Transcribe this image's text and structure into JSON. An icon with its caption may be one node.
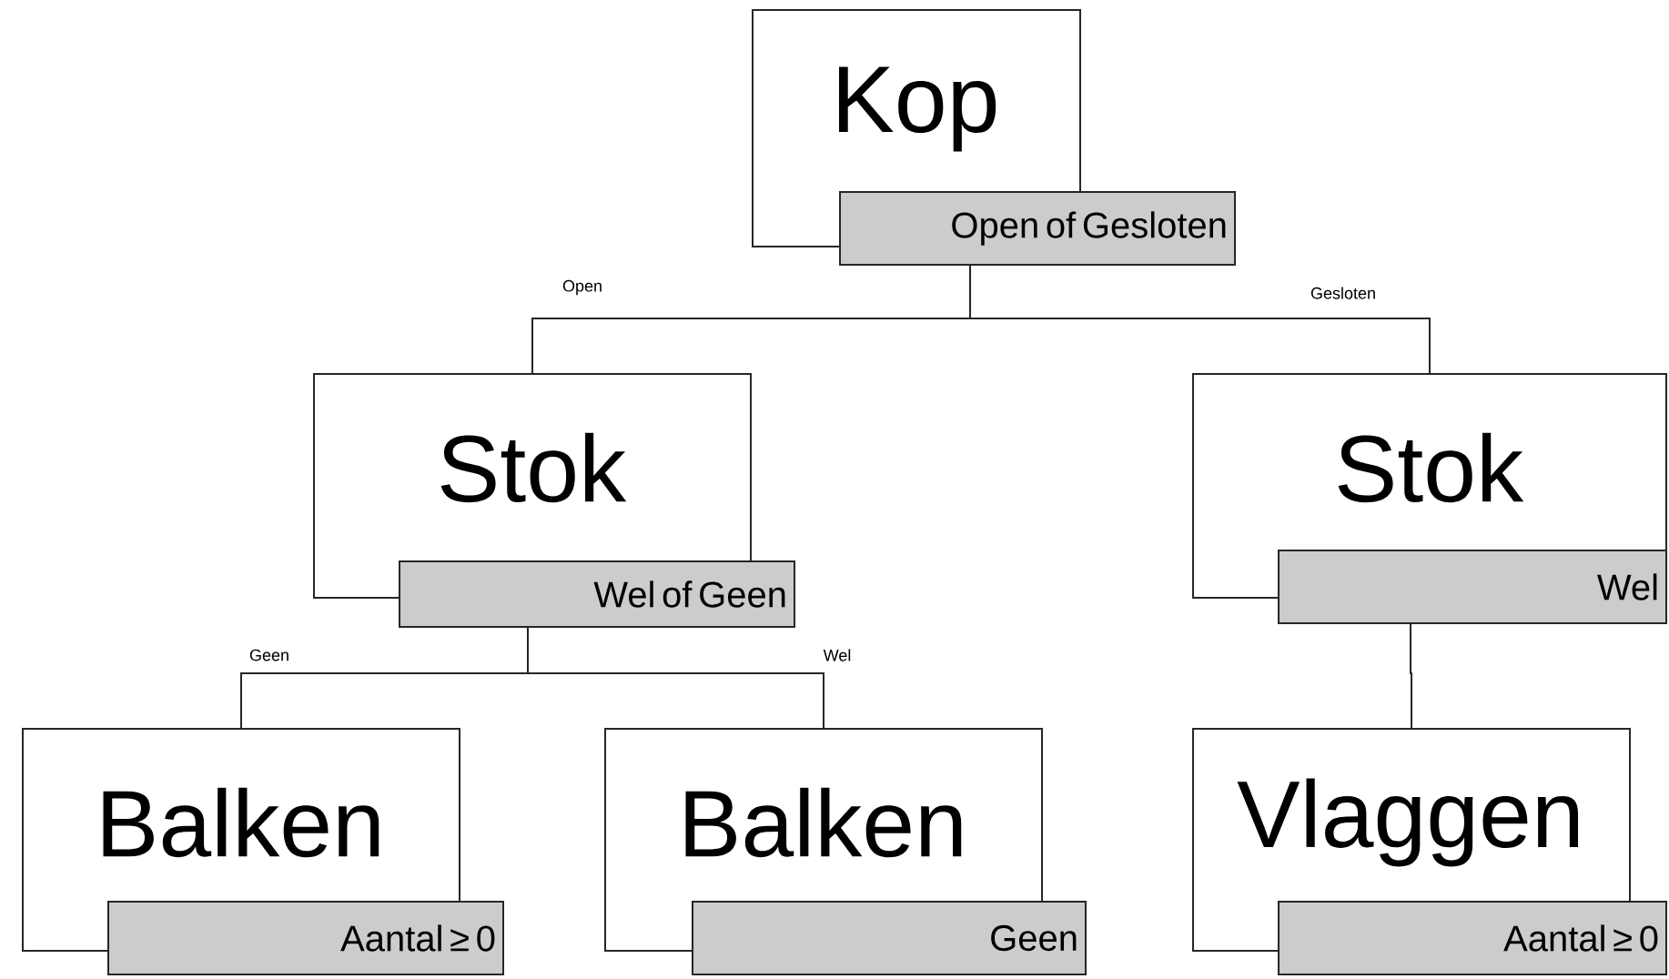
{
  "diagram": {
    "nodes": [
      {
        "text": [
          "Kop"
        ]
      },
      {
        "text": [
          "Open of Gesloten"
        ]
      },
      {
        "text": [
          "Stok"
        ]
      },
      {
        "text": [
          "Wel of Geen"
        ]
      },
      {
        "text": [
          "Stok"
        ]
      },
      {
        "text": [
          "Wel"
        ]
      },
      {
        "text": [
          "Balken"
        ]
      },
      {
        "text": [
          "Aantal ≥ 0"
        ]
      },
      {
        "text": [
          "Balken"
        ]
      },
      {
        "text": [
          "Geen"
        ]
      },
      {
        "text": [
          "Vlaggen"
        ]
      },
      {
        "text": [
          "Aantal ≥ 0"
        ]
      }
    ],
    "edges": [
      {
        "from": 1,
        "to": 2,
        "arrow": "none",
        "label": "Open"
      },
      {
        "from": 1,
        "to": 4,
        "arrow": "none",
        "label": "Gesloten"
      },
      {
        "from": 3,
        "to": 6,
        "arrow": "none",
        "label": "Geen"
      },
      {
        "from": 3,
        "to": 8,
        "arrow": "none",
        "label": "Wel"
      },
      {
        "from": 5,
        "to": 10,
        "arrow": "none"
      }
    ]
  }
}
